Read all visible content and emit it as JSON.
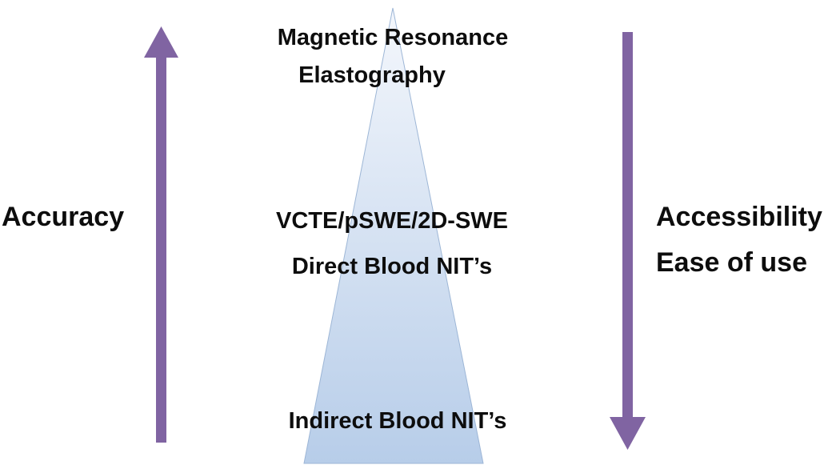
{
  "pyramid": {
    "tiers": [
      {
        "lines": [
          "Magnetic Resonance",
          "Elastography"
        ]
      },
      {
        "lines": [
          "VCTE/pSWE/2D-SWE",
          "Direct Blood NIT’s"
        ]
      },
      {
        "lines": [
          "Indirect Blood NIT’s"
        ]
      }
    ]
  },
  "left_arrow": {
    "label": "Accuracy",
    "direction": "up",
    "color": "#8064a2"
  },
  "right_arrow": {
    "label_line1": "Accessibility",
    "label_line2": "Ease of use",
    "direction": "down",
    "color": "#8064a2"
  },
  "colors": {
    "triangle_top": "#f4f7fc",
    "triangle_bottom": "#b7cde9",
    "triangle_stroke": "#9db6d6"
  }
}
